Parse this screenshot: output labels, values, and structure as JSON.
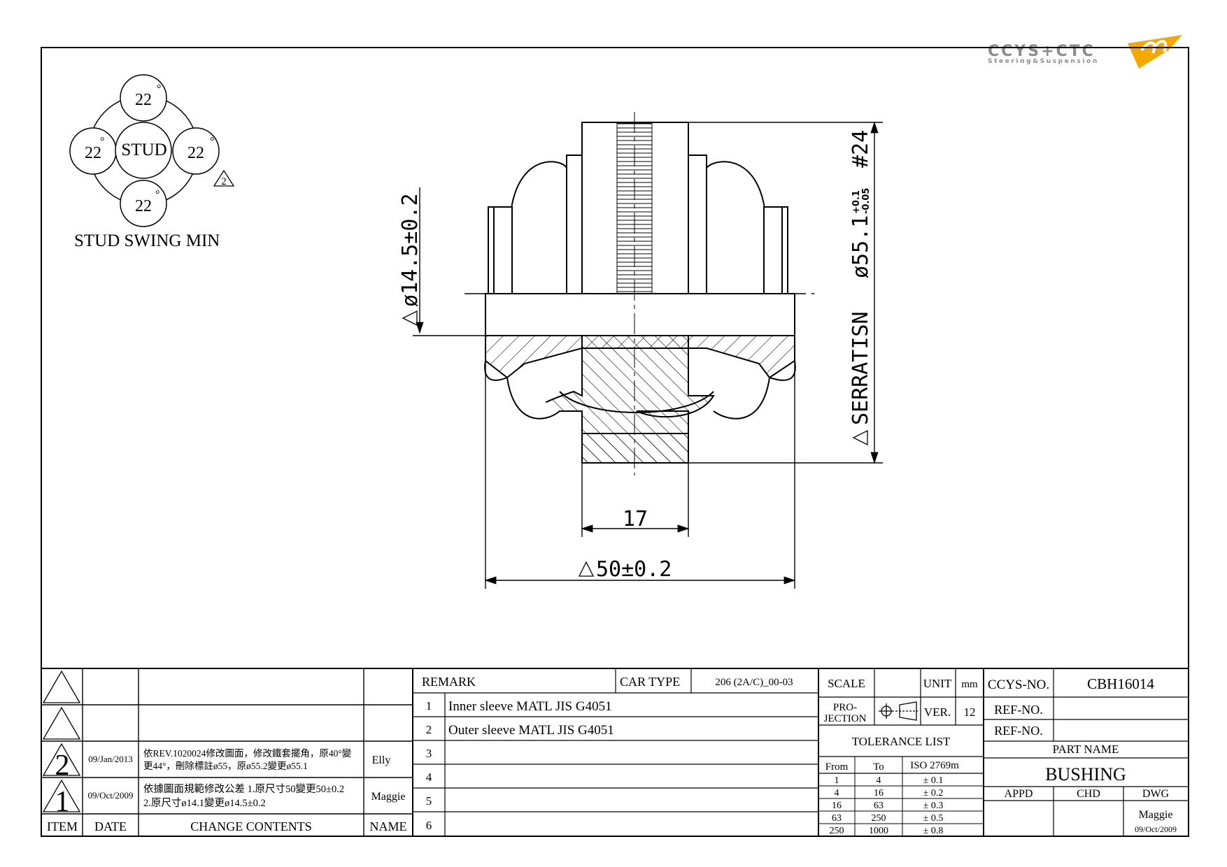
{
  "logo": {
    "brand": "CCYS+CTC",
    "tagline": "Steering&Suspension",
    "accent": "#f5a800",
    "gray": "#8c8c8c"
  },
  "swing": {
    "top": "22",
    "left": "22",
    "right": "22",
    "bottom": "22",
    "deg": "°",
    "center": "STUD",
    "rev_mark": "2",
    "caption": "STUD SWING MIN"
  },
  "dims": {
    "inner_dia": "ø14.5±0.2",
    "serration_label": "SERRATISN",
    "serration_dia": "ø55.1",
    "serration_tol_upper": "+0.1",
    "serration_tol_lower": "-0.05",
    "serration_count": "#24",
    "width_17": "17",
    "width_50": "50±0.2"
  },
  "revisions": {
    "headers": {
      "item": "ITEM",
      "date": "DATE",
      "contents": "CHANGE CONTENTS",
      "name": "NAME"
    },
    "rows": [
      {
        "item": "",
        "date": "",
        "line1": "",
        "line2": "",
        "name": ""
      },
      {
        "item": "",
        "date": "",
        "line1": "",
        "line2": "",
        "name": ""
      },
      {
        "item": "2",
        "date": "09/Jan/2013",
        "line1": "依REV.1020024修改圖面，修改鐵套擺角，原40°變",
        "line2": "更44°，刪除標註ø55，原ø55.2變更ø55.1",
        "name": "Elly"
      },
      {
        "item": "1",
        "date": "09/Oct/2009",
        "line1": "依據圖面規範修改公差 1.原尺寸50變更50±0.2",
        "line2": "2.原尺寸ø14.1變更ø14.5±0.2",
        "name": "Maggie"
      }
    ]
  },
  "remarks": {
    "label": "REMARK",
    "car_type_label": "CAR TYPE",
    "car_type": "206 (2A/C)_00-03",
    "rows": [
      {
        "no": "1",
        "text": "Inner sleeve MATL JIS G4051"
      },
      {
        "no": "2",
        "text": "Outer sleeve MATL JIS G4051"
      },
      {
        "no": "3",
        "text": ""
      },
      {
        "no": "4",
        "text": ""
      },
      {
        "no": "5",
        "text": ""
      },
      {
        "no": "6",
        "text": ""
      }
    ]
  },
  "title_block": {
    "scale_label": "SCALE",
    "scale": "",
    "unit_label": "UNIT",
    "unit": "mm",
    "projection_label_1": "PRO-",
    "projection_label_2": "JECTION",
    "ver_label": "VER.",
    "ver": "12",
    "ccys_no_label": "CCYS-NO.",
    "ccys_no": "CBH16014",
    "ref_no_label_1": "REF-NO.",
    "ref_no_1": "",
    "ref_no_label_2": "REF-NO.",
    "ref_no_2": "",
    "part_name_label": "PART NAME",
    "part_name": "BUSHING",
    "appd_label": "APPD",
    "chd_label": "CHD",
    "dwg_label": "DWG",
    "dwg_name": "Maggie",
    "dwg_date": "09/Oct/2009"
  },
  "tolerance": {
    "title": "TOLERANCE LIST",
    "headers": [
      "From",
      "To",
      "ISO 2769m"
    ],
    "rows": [
      [
        "1",
        "4",
        "± 0.1"
      ],
      [
        "4",
        "16",
        "± 0.2"
      ],
      [
        "16",
        "63",
        "± 0.3"
      ],
      [
        "63",
        "250",
        "± 0.5"
      ],
      [
        "250",
        "1000",
        "± 0.8"
      ]
    ]
  }
}
